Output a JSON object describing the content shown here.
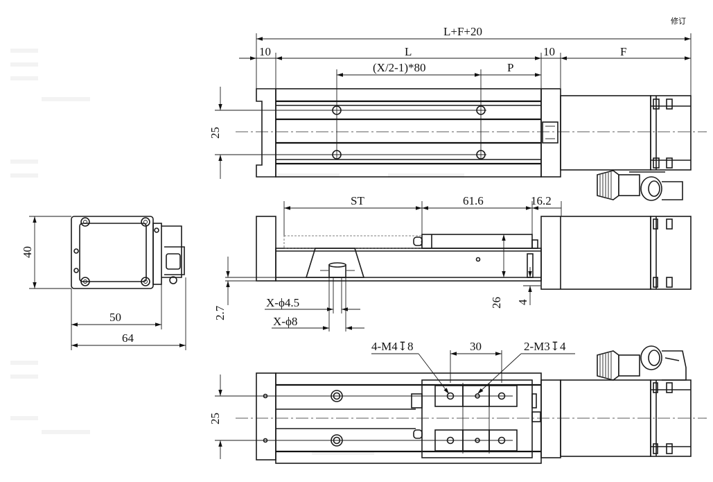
{
  "corner_label": "修订",
  "top_view": {
    "dims": {
      "overall": "L+F+20",
      "end_left": "10",
      "stroke_length": "L",
      "hole_pitch": "(X/2-1)*80",
      "pitch": "P",
      "end_right": "10",
      "motor_length": "F",
      "width": "25"
    }
  },
  "side_view": {
    "dims": {
      "stroke": "ST",
      "carriage": "61.6",
      "offset": "16.2",
      "height": "26",
      "base_gap": "4",
      "bottom": "2.7",
      "hole_small": "X-ϕ4.5",
      "hole_large": "X-ϕ8"
    }
  },
  "end_view": {
    "dims": {
      "height": "40",
      "width_inner": "50",
      "width_outer": "64"
    }
  },
  "bottom_view": {
    "dims": {
      "thread_4": "4-M4↧8",
      "spacing": "30",
      "thread_2": "2-M3↧4",
      "width": "25"
    }
  }
}
